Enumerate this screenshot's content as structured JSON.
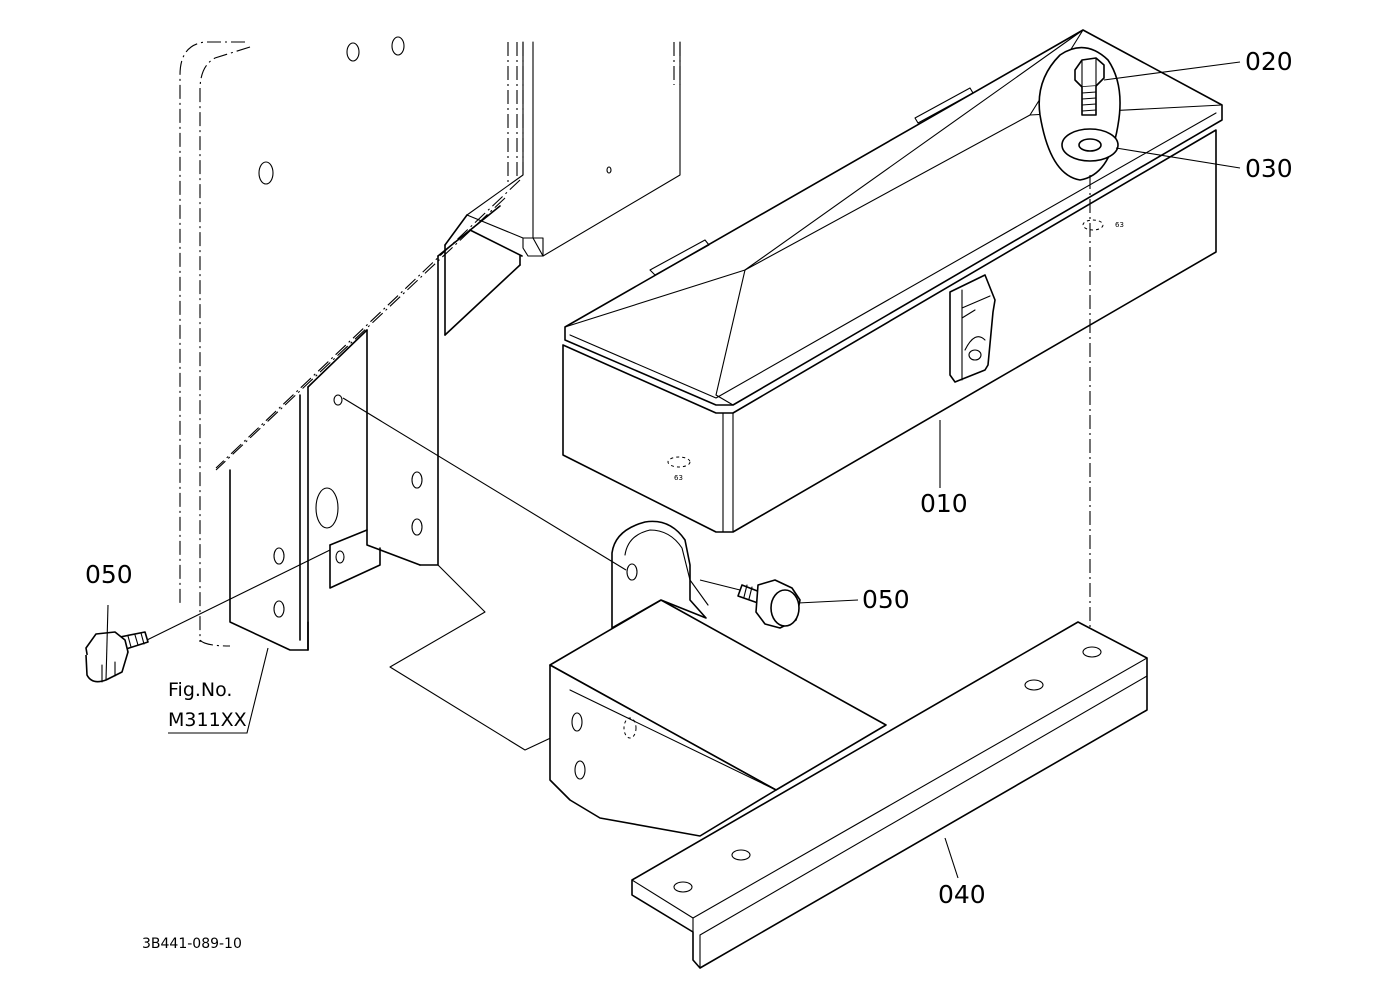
{
  "callouts": {
    "part_010": "010",
    "part_020": "020",
    "part_030": "030",
    "part_040": "040",
    "part_050_left": "050",
    "part_050_right": "050"
  },
  "figure_reference": {
    "line1": "Fig.No.",
    "line2": "M311XX"
  },
  "drawing_number": "3B441-089-10",
  "hole_marks": {
    "box_side": "63",
    "box_back": "63"
  }
}
